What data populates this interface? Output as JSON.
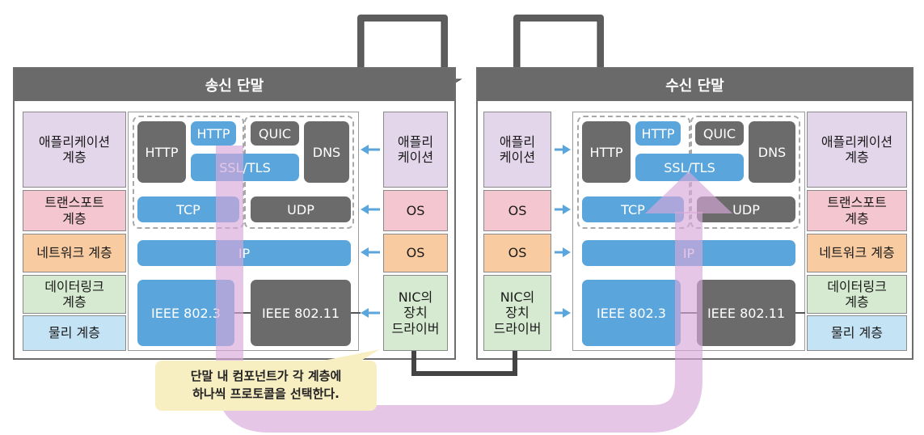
{
  "sender": {
    "title": "송신 단말",
    "layers": {
      "application": "애플리케이션\n계층",
      "transport": "트랜스포트\n계층",
      "network": "네트워크 계층",
      "datalink": "데이터링크\n계층",
      "physical": "물리 계층"
    },
    "software": {
      "application": "애플리\n케이션",
      "os_transport": "OS",
      "os_network": "OS",
      "nic_driver": "NIC의\n장치\n드라이버"
    }
  },
  "receiver": {
    "title": "수신 단말",
    "layers": {
      "application": "애플리케이션\n계층",
      "transport": "트랜스포트\n계층",
      "network": "네트워크 계층",
      "datalink": "데이터링크\n계층",
      "physical": "물리 계층"
    },
    "software": {
      "application": "애플리\n케이션",
      "os_transport": "OS",
      "os_network": "OS",
      "nic_driver": "NIC의\n장치\n드라이버"
    }
  },
  "protocols": {
    "http_left": "HTTP",
    "http_top": "HTTP",
    "quic": "QUIC",
    "dns": "DNS",
    "ssl_tls": "SSL/TLS",
    "tcp": "TCP",
    "udp": "UDP",
    "ip": "IP",
    "ieee_8023": "IEEE 802.3",
    "ieee_80211": "IEEE 802.11"
  },
  "callout": "단말 내 컴포넌트가 각 계층에\n하나씩 프로토콜을 선택한다.",
  "colors": {
    "header": "#6a6a6a",
    "protocol_gray": "#6b6b6b",
    "protocol_blue": "#5aa6dc",
    "selection_path": "#d9a8d9",
    "arrow": "#5aa6dc"
  }
}
